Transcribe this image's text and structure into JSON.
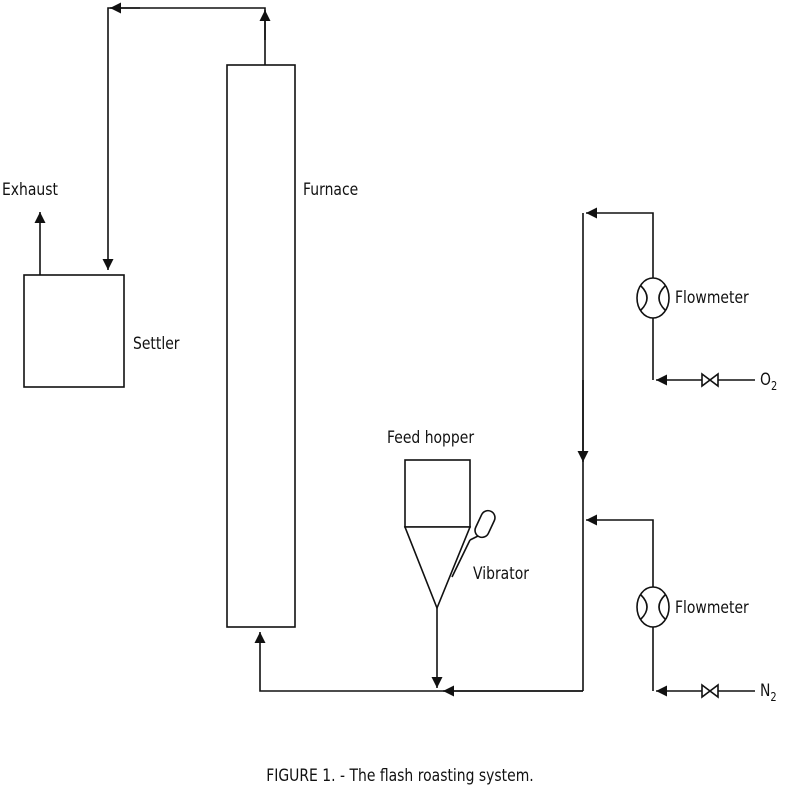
{
  "labels": {
    "exhaust": "Exhaust",
    "settler": "Settler",
    "furnace": "Furnace",
    "feed_hopper": "Feed hopper",
    "vibrator": "Vibrator",
    "flowmeter_top": "Flowmeter",
    "flowmeter_bottom": "Flowmeter",
    "o2_main": "O",
    "o2_sub": "2",
    "n2_main": "N",
    "n2_sub": "2"
  },
  "caption": "FIGURE 1. - The flash roasting system."
}
